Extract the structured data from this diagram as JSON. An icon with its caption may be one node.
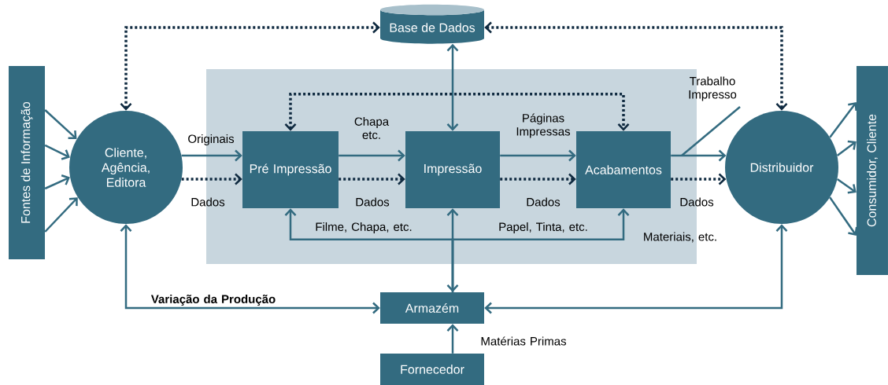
{
  "diagram": {
    "nodes": [
      {
        "text": [
          "Fontes de Informação"
        ]
      },
      {
        "text": [
          "Cliente, Agência, Editora"
        ]
      },
      {
        "text": [],
        "shape": "box"
      },
      {
        "text": [
          "Pré Impressão"
        ],
        "in": 2
      },
      {
        "text": [
          "Impressão"
        ],
        "in": 2
      },
      {
        "text": [
          "Acabamentos"
        ],
        "in": 2
      },
      {
        "text": [
          "Base de Dados"
        ]
      },
      {
        "text": [
          "Distribuidor"
        ]
      },
      {
        "text": [
          "Consumidor, Cliente"
        ]
      },
      {
        "text": [
          "Armazém"
        ]
      },
      {
        "text": [
          "Fornecedor"
        ]
      }
    ],
    "edges": [
      {
        "from": 0,
        "to": 1,
        "arrow": "to"
      },
      {
        "from": 0,
        "to": 1,
        "arrow": "to"
      },
      {
        "from": 0,
        "to": 1,
        "arrow": "to"
      },
      {
        "from": 0,
        "to": 1,
        "arrow": "to"
      },
      {
        "from": 1,
        "to": 3,
        "arrow": "to",
        "label": "Originais"
      },
      {
        "from": 1,
        "to": 3,
        "arrow": "to",
        "label": "Dados",
        "style": "dashed",
        "color": "#0f2a40"
      },
      {
        "from": 3,
        "to": 4,
        "arrow": "to",
        "label": "Chapa etc."
      },
      {
        "from": 3,
        "to": 4,
        "arrow": "to",
        "label": "Dados",
        "style": "dashed",
        "color": "#0f2a40"
      },
      {
        "from": 4,
        "to": 5,
        "arrow": "to",
        "label": "Páginas Impressas"
      },
      {
        "from": 4,
        "to": 5,
        "arrow": "to",
        "label": "Dados",
        "style": "dashed",
        "color": "#0f2a40"
      },
      {
        "from": 5,
        "to": 7,
        "arrow": "to",
        "label": "Trabalho Impresso"
      },
      {
        "from": 5,
        "to": 7,
        "arrow": "to",
        "label": "Dados",
        "style": "dashed",
        "color": "#0f2a40"
      },
      {
        "from": 7,
        "to": 8,
        "arrow": "to"
      },
      {
        "from": 7,
        "to": 8,
        "arrow": "to"
      },
      {
        "from": 7,
        "to": 8,
        "arrow": "to"
      },
      {
        "from": 7,
        "to": 8,
        "arrow": "to"
      },
      {
        "from": 1,
        "to": 6,
        "arrow": "both",
        "style": "dashed",
        "color": "#0f2a40"
      },
      {
        "from": 6,
        "to": 7,
        "arrow": "both",
        "style": "dashed",
        "color": "#0f2a40"
      },
      {
        "from": 6,
        "to": 4,
        "arrow": "both"
      },
      {
        "from": 3,
        "to": 5,
        "arrow": "both",
        "style": "dashed",
        "color": "#0f2a40"
      },
      {
        "from": 9,
        "to": 3,
        "arrow": "to",
        "label": "Filme, Chapa, etc."
      },
      {
        "from": 9,
        "to": 4,
        "arrow": "both"
      },
      {
        "from": 9,
        "to": 5,
        "arrow": "to",
        "label": "Papel, Tinta, etc."
      },
      {
        "from": 1,
        "to": 9,
        "arrow": "both",
        "label": "Variação da Produção"
      },
      {
        "from": 7,
        "to": 9,
        "arrow": "both"
      },
      {
        "from": 10,
        "to": 9,
        "arrow": "to",
        "label": "Matérias Primas"
      }
    ],
    "labels": [
      "Materiais, etc."
    ]
  }
}
